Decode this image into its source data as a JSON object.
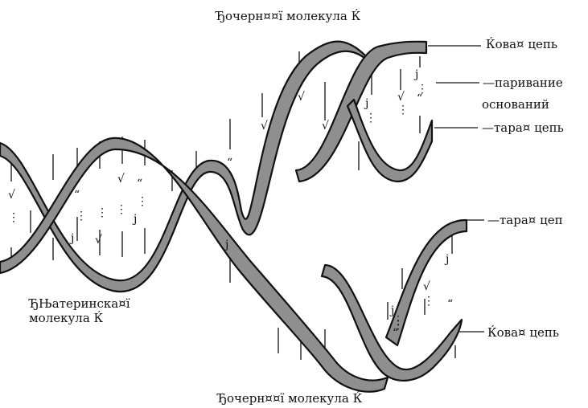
{
  "labels": {
    "top_title": "Ђочерн¤¤ї молекула Ќ",
    "bottom_title": "Ђочерн¤¤ї молекула Ќ",
    "parent": "ЂЊатеринска¤ї",
    "parent_line2": "молекула Ќ",
    "new_chain_top": "Ќова¤ цепь",
    "pairing_line1": "—паривание",
    "pairing_line2": "оснований",
    "old_chain_top": "—тара¤ цепь",
    "old_chain_bottom": "—тара¤ цеп",
    "new_chain_bottom": "Ќова¤ цепь"
  },
  "bases": [
    "√",
    "⋮",
    "“",
    "⋮",
    "j",
    "√",
    "⋮",
    "√",
    "⋮",
    "“",
    "⋮",
    "j",
    "j",
    "“",
    "√",
    "√",
    "√",
    "j",
    "⋮",
    "“",
    "√",
    "⋮",
    "j",
    "⋮",
    "j",
    "j",
    "√",
    "⋮",
    "“",
    "⋮",
    "“",
    "⋮"
  ],
  "colors": {
    "ribbon": "#8f8f8f",
    "outline": "#111111"
  }
}
